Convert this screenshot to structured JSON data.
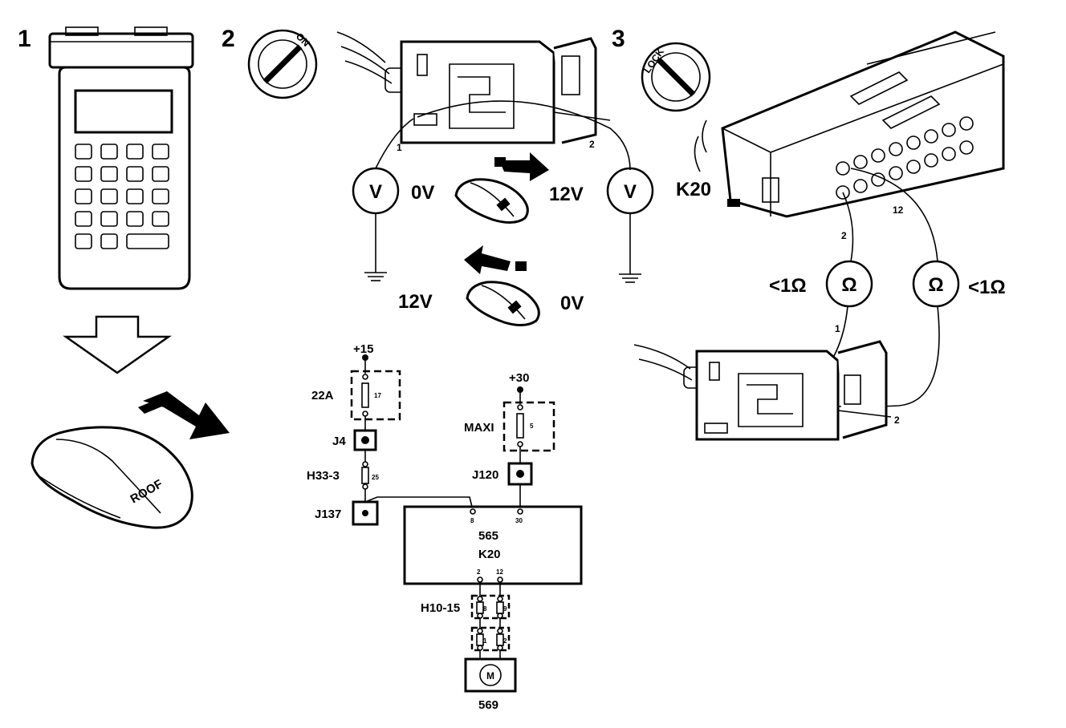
{
  "steps": {
    "s1": "1",
    "s2": "2",
    "s3": "3"
  },
  "switch": {
    "on": "ON",
    "lock": "LOCK"
  },
  "remote": {
    "label": "ROOF"
  },
  "step2": {
    "pin1": "1",
    "pin2": "2",
    "meter": "V",
    "row1_left": "0V",
    "row1_right": "12V",
    "row2_left": "12V",
    "row2_right": "0V"
  },
  "step3": {
    "connector": "K20",
    "pin2_top": "2",
    "pin12": "12",
    "ohm": "Ω",
    "reading_left": "<1Ω",
    "reading_right": "<1Ω",
    "pin1_bottom": "1",
    "pin2_bottom": "2"
  },
  "circuit": {
    "plus15": "+15",
    "plus30": "+30",
    "fuse22a": "22A",
    "fuse22a_pin": "17",
    "maxi": "MAXI",
    "maxi_pin": "5",
    "j4": "J4",
    "h33": "H33-3",
    "h33_pin": "25",
    "j137": "J137",
    "j120": "J120",
    "module_id": "565",
    "module_name": "K20",
    "pin8": "8",
    "pin30": "30",
    "pin2": "2",
    "pin12": "12",
    "h10": "H10-15",
    "h10_a": "8",
    "h10_b": "9",
    "h10_c": "1",
    "h10_d": "2",
    "motor": "M",
    "motor_id": "569"
  }
}
